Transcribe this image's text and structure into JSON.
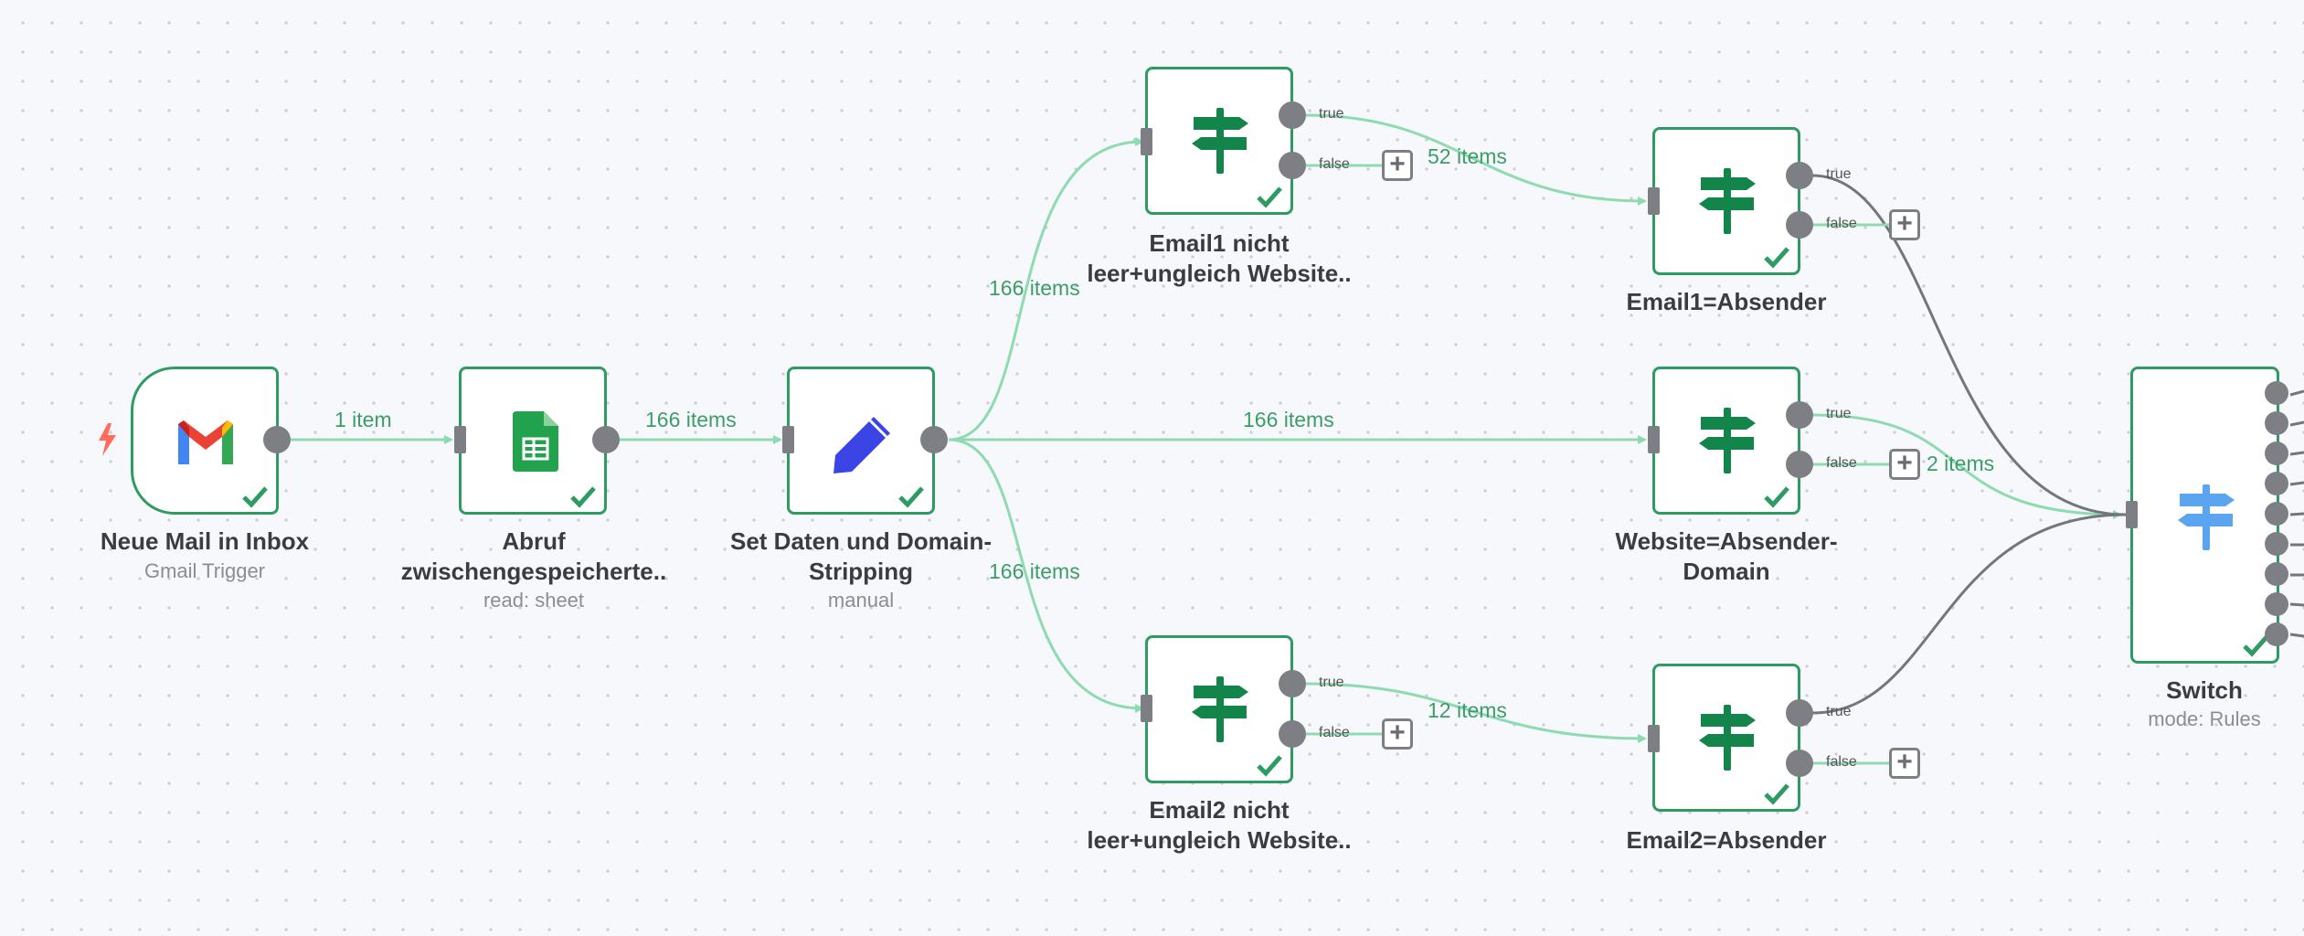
{
  "nodes": {
    "gmail": {
      "title": "Neue Mail in Inbox",
      "subtitle": "Gmail Trigger"
    },
    "sheet": {
      "title_line1": "Abruf",
      "title_line2": "zwischengespeicherte..",
      "subtitle": "read: sheet"
    },
    "set": {
      "title_line1": "Set Daten und Domain-",
      "title_line2": "Stripping",
      "subtitle": "manual"
    },
    "if_email1": {
      "title_line1": "Email1 nicht",
      "title_line2": "leer+ungleich Website.."
    },
    "if_email2": {
      "title_line1": "Email2 nicht",
      "title_line2": "leer+ungleich Website.."
    },
    "email1_absender": {
      "title": "Email1=Absender"
    },
    "website_absender": {
      "title_line1": "Website=Absender-",
      "title_line2": "Domain"
    },
    "email2_absender": {
      "title": "Email2=Absender"
    },
    "switch": {
      "title": "Switch",
      "subtitle": "mode: Rules"
    }
  },
  "port_labels": {
    "true": "true",
    "false": "false"
  },
  "edges": {
    "gmail_sheet": "1 item",
    "sheet_set": "166 items",
    "set_if1": "166 items",
    "set_website": "166 items",
    "set_if2": "166 items",
    "if1_email1": "52 items",
    "if2_email2": "12 items",
    "website_switch": "2 items"
  },
  "plus_symbol": "+",
  "colors": {
    "node_border": "#2e9b62",
    "edge_success": "#8fdbb1",
    "edge_label": "#3d9d68",
    "edge_gray": "#74767b",
    "if_icon": "#13854a",
    "switch_icon": "#5aa4f0",
    "set_icon": "#3b45e6",
    "sheet_icon": "#23a24d"
  },
  "icons": {
    "trigger": "lightning-bolt-icon",
    "gmail": "gmail-icon",
    "sheet": "google-sheets-icon",
    "set": "pencil-icon",
    "if": "signpost-icon",
    "switch": "signpost-icon",
    "check": "check-icon"
  }
}
